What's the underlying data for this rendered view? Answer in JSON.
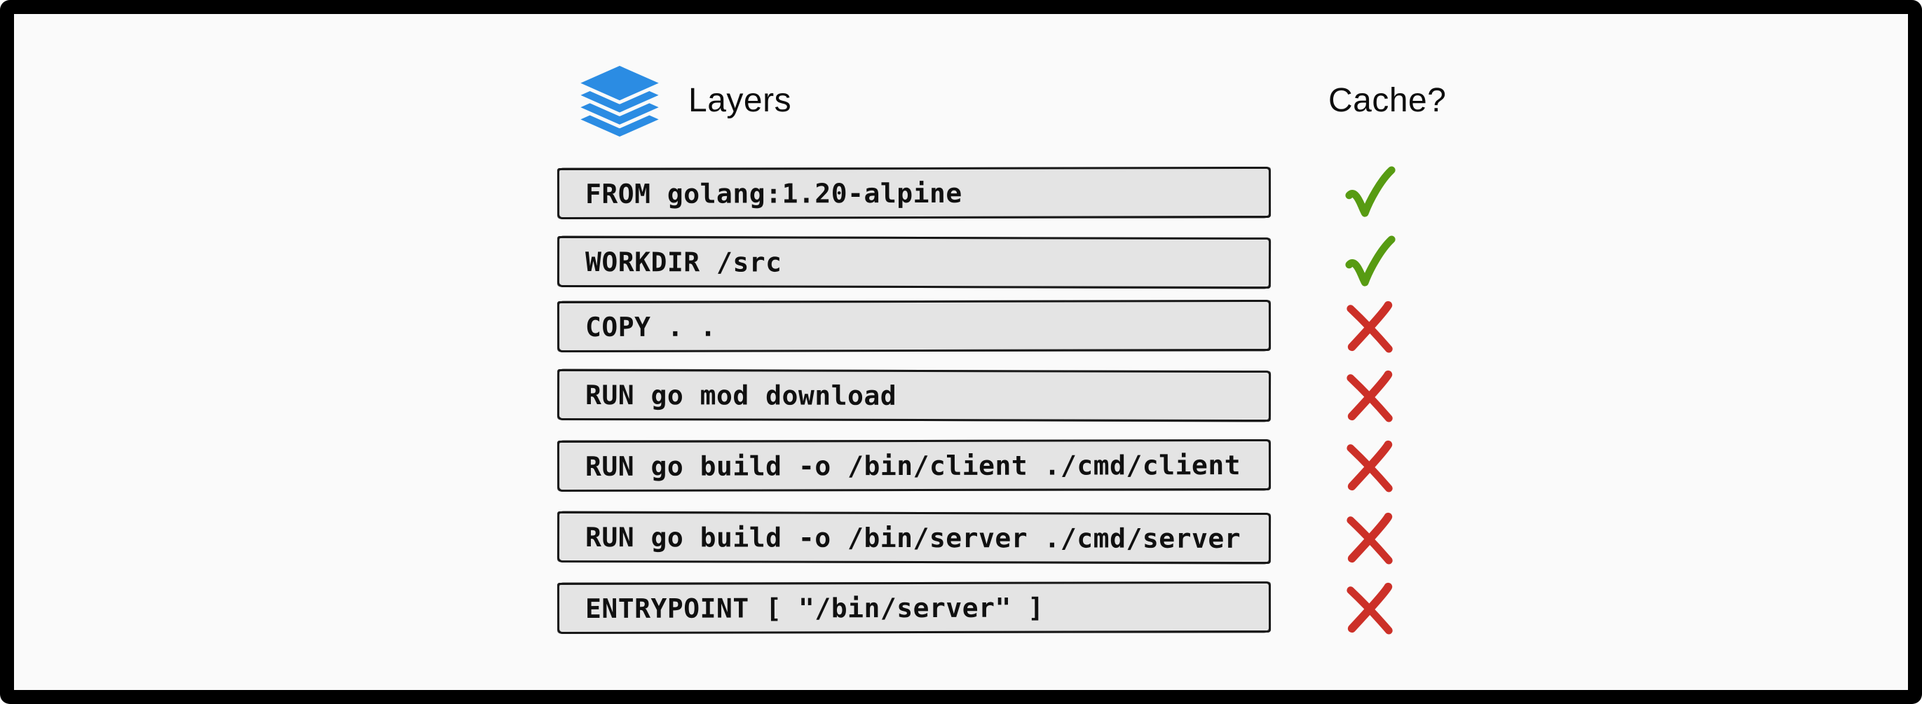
{
  "header": {
    "layers_label": "Layers",
    "cache_label": "Cache?"
  },
  "rows": [
    {
      "command": "FROM golang:1.20-alpine",
      "cached": true
    },
    {
      "command": "WORKDIR /src",
      "cached": true
    },
    {
      "command": "COPY . .",
      "cached": false
    },
    {
      "command": "RUN go mod download",
      "cached": false
    },
    {
      "command": "RUN go build -o /bin/client ./cmd/client",
      "cached": false
    },
    {
      "command": "RUN go build -o /bin/server ./cmd/server",
      "cached": false
    },
    {
      "command": "ENTRYPOINT [ \"/bin/server\" ]",
      "cached": false
    }
  ],
  "icons": {
    "layers_icon": "stacked-layers",
    "cached_icon": "green-checkmark",
    "not_cached_icon": "red-x-mark"
  },
  "colors": {
    "layers_blue": "#2B8CE3",
    "check_green": "#579B12",
    "cross_red": "#CC3028",
    "box_fill": "#E4E4E4",
    "frame_black": "#000000",
    "background": "#FAFAFA",
    "text": "#101010"
  }
}
